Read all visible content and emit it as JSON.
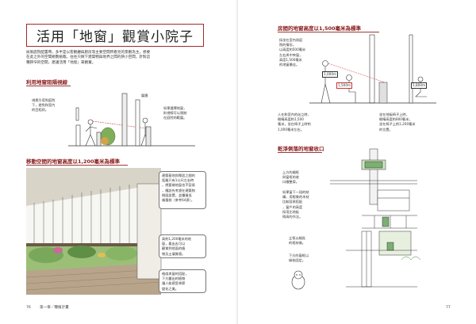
{
  "left": {
    "title": "活用「地窗」觀賞小院子",
    "intro": [
      "局限庭院配置時，多半是以客觀廳與廚房等主要空間所看見的景觀為主，想要",
      "在此之外的空間規劃植栽，往往只剩下建築物與地界之間的狹小空間，針對這",
      "種狹窄的空間，建議活用「地窗」來觀賞。"
    ],
    "section1": "利用地窗阻隔視線",
    "note1": [
      "視覺引導到庭院",
      "下，避免和室內",
      "的目相對。"
    ],
    "label_fence": "圍牆",
    "note2": [
      "如果選擇地窗，",
      "則視線可以限制",
      "在庭院的範圍。"
    ],
    "section2": "移動空間的地窗高度以1,200毫米為標準",
    "note3": [
      "建築基地與鄰居之間的",
      "距離只有1公尺左右時",
      "，想要做地窗也不容易",
      "，應該先考慮在建築物",
      "側面設置，並種植低",
      "矮植栽（參考64頁）。"
    ],
    "note4": [
      "高約1,200毫米的地",
      "窗，看出去可以",
      "觀賞到地面的植",
      "物及土壤質感。"
    ],
    "note5": [
      "格扇與窗的搭配，",
      "下方露出的植物",
      "讓人能感受季節",
      "變化之美。"
    ],
    "page_number": "76",
    "running_head": "第一章／種植計畫"
  },
  "right": {
    "section3": "房間的地窗高度以1,500毫米為標準",
    "note6": [
      "採坐在室內與庭",
      "院的情形，",
      "以高度約500毫米",
      "左右與中央窗，",
      "高度1,500毫米",
      "的地窗最佳。"
    ],
    "dim1": "1,000m",
    "dim2": "1,500m",
    "dim3": "1,800m",
    "note7": [
      "人在和室內的站立時，",
      "眼睛高度約1,500",
      "毫米，坐在椅子上時約",
      "1,000毫米左右。"
    ],
    "note8": [
      "坐在地板椅子上時，",
      "眼睛高度約800毫米，",
      "坐在椅子上約1,200毫米",
      "的位置。"
    ],
    "section4": "乾淨俐落的地窗收口",
    "note9": [
      "上方的楣框",
      "與窗框的收",
      "口應整齊。"
    ],
    "note10": [
      "如果窗下一段的結",
      "構，用輕質的木材",
      "比較容易搭配",
      "，窗戶的高度",
      "採用比地板",
      "稍高的作法。"
    ],
    "note11": [
      "立框以細長",
      "的框材做。"
    ],
    "note12": [
      "下方的窗框以",
      "緣枝固定。"
    ],
    "page_number": "77"
  }
}
